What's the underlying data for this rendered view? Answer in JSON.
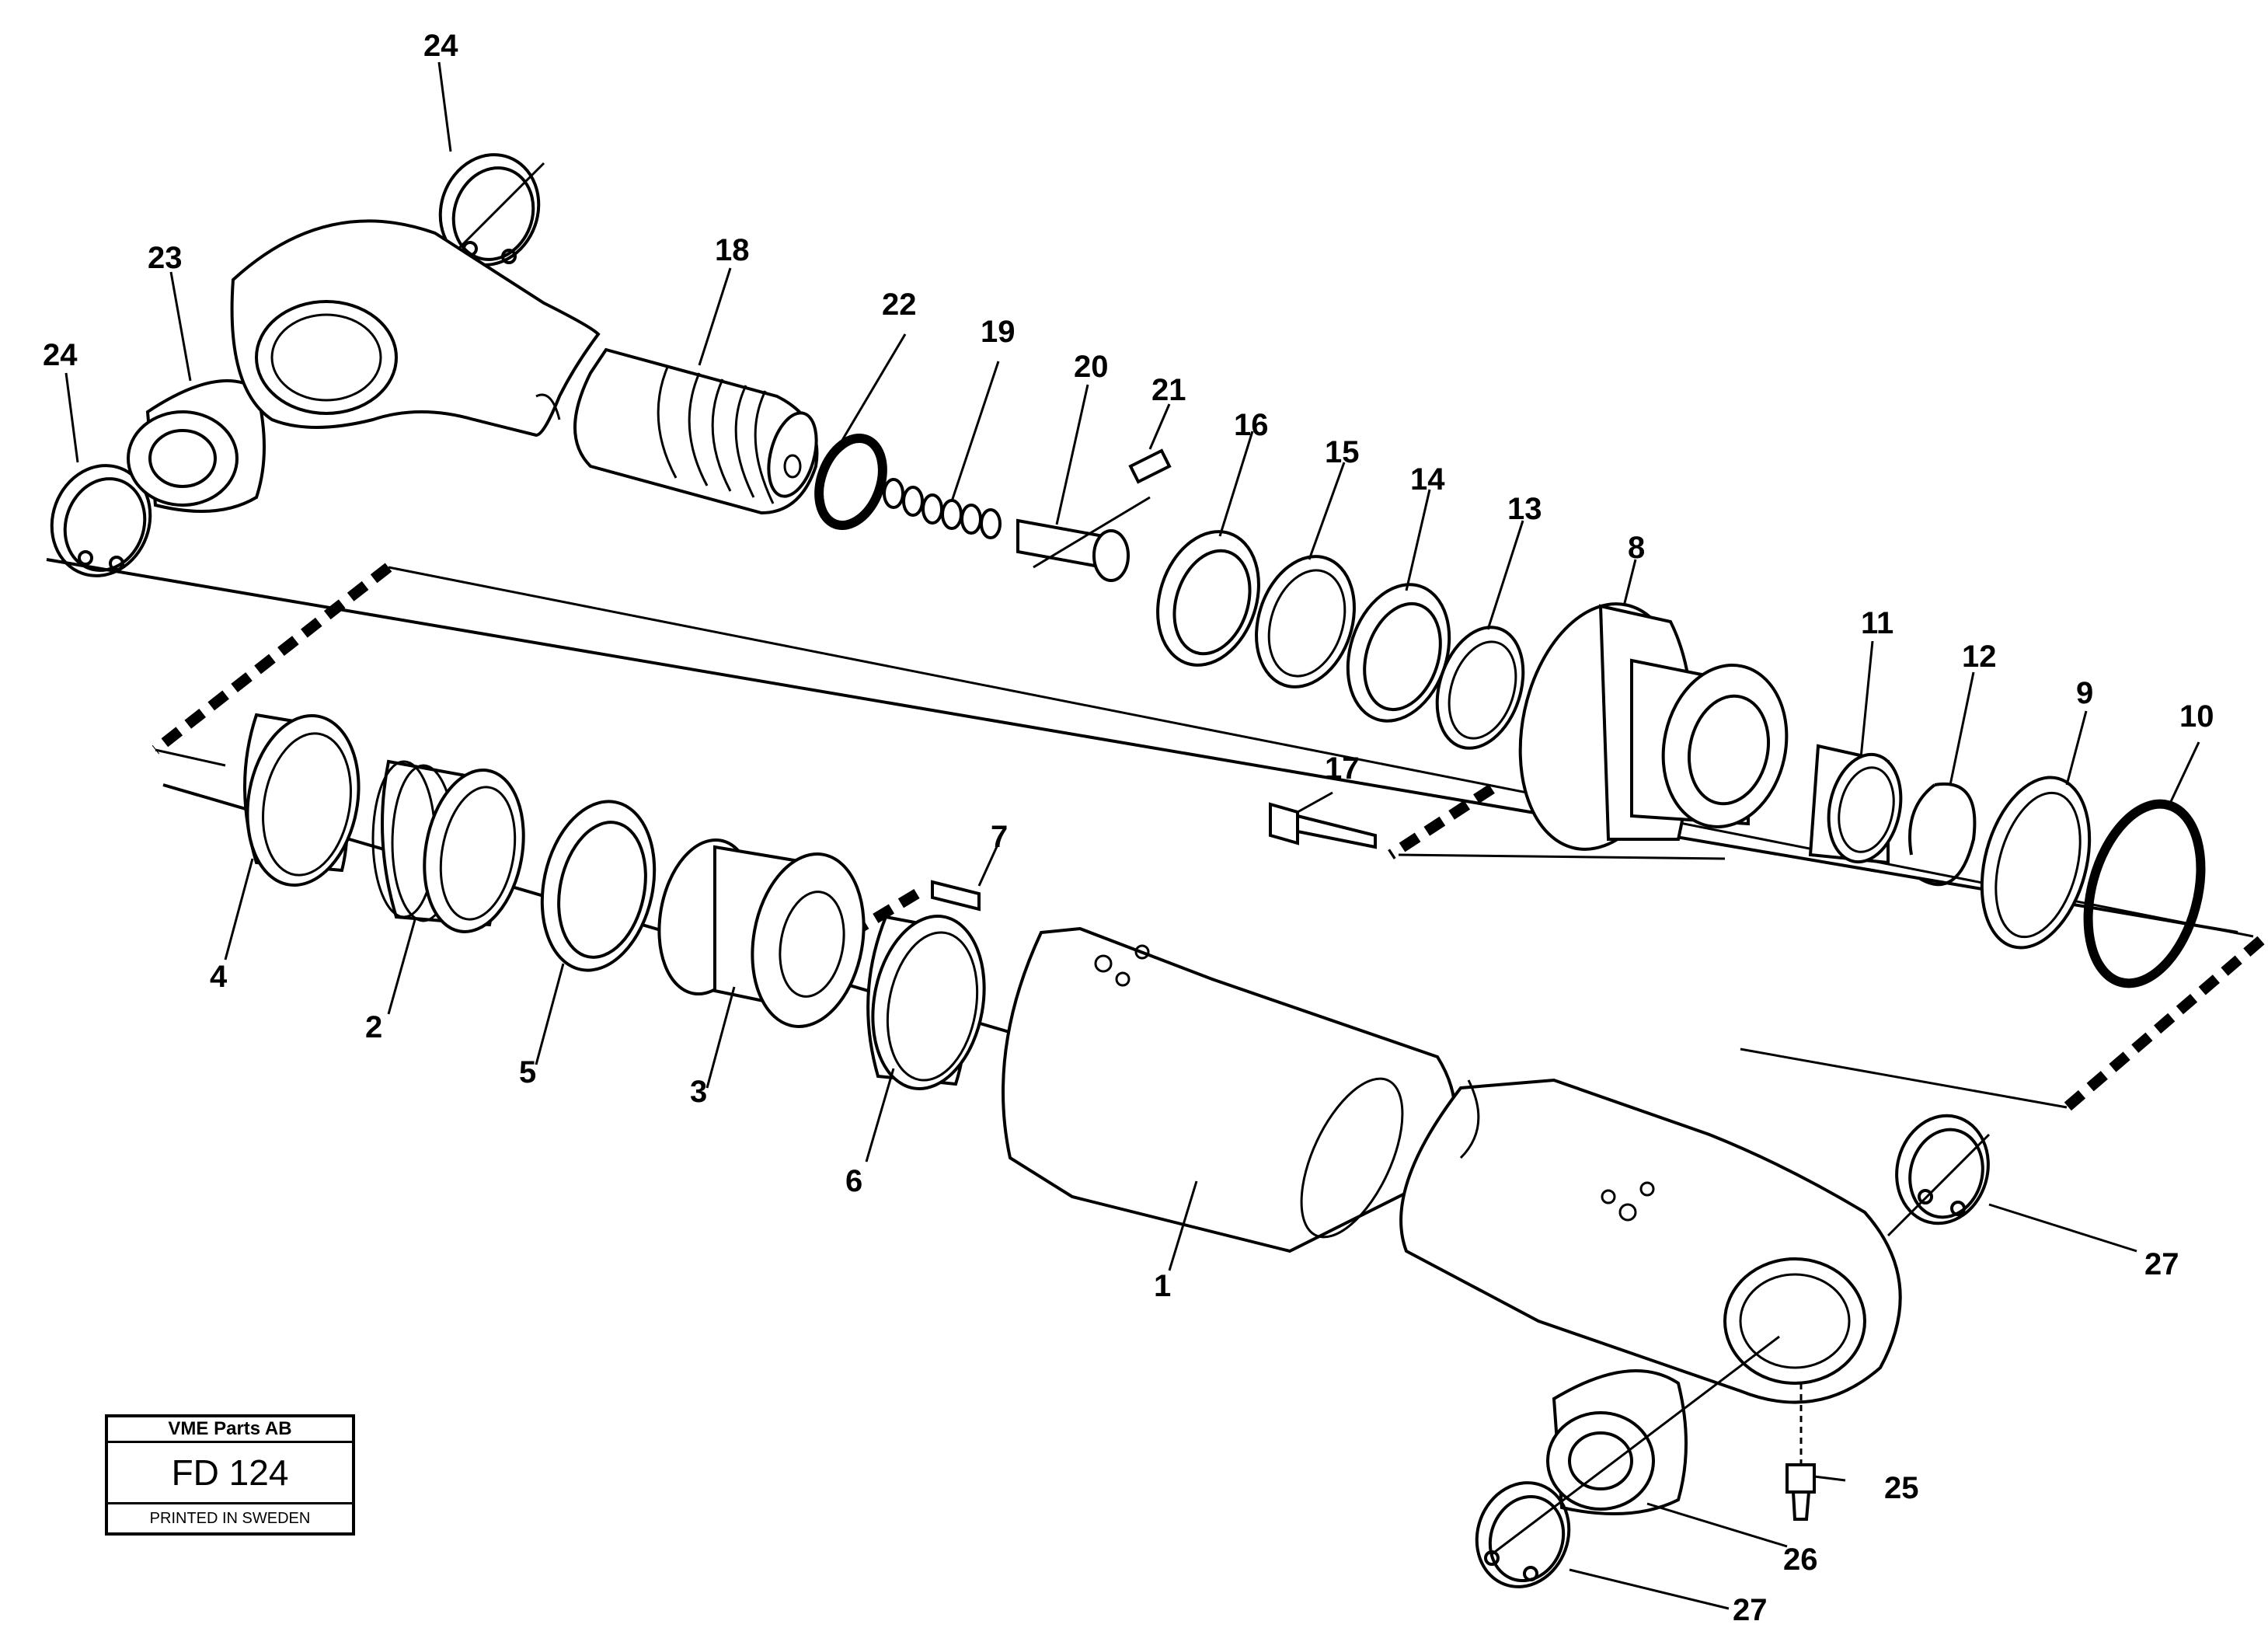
{
  "diagram": {
    "part_numbers": [
      "1",
      "2",
      "3",
      "4",
      "5",
      "6",
      "7",
      "8",
      "9",
      "10",
      "11",
      "12",
      "13",
      "14",
      "15",
      "16",
      "17",
      "18",
      "19",
      "20",
      "21",
      "22",
      "23",
      "24",
      "25",
      "26",
      "27"
    ]
  },
  "labels": {
    "l24a": "24",
    "l24b": "24",
    "l23": "23",
    "l18": "18",
    "l22": "22",
    "l19": "19",
    "l20": "20",
    "l21": "21",
    "l16": "16",
    "l15": "15",
    "l14": "14",
    "l13": "13",
    "l8": "8",
    "l11": "11",
    "l12": "12",
    "l9": "9",
    "l10": "10",
    "l17": "17",
    "l7": "7",
    "l4": "4",
    "l2": "2",
    "l5": "5",
    "l3": "3",
    "l6": "6",
    "l1": "1",
    "l27a": "27",
    "l25": "25",
    "l26": "26",
    "l27b": "27"
  },
  "title_block": {
    "company": "VME Parts AB",
    "code": "FD 124",
    "printed": "PRINTED IN SWEDEN"
  }
}
